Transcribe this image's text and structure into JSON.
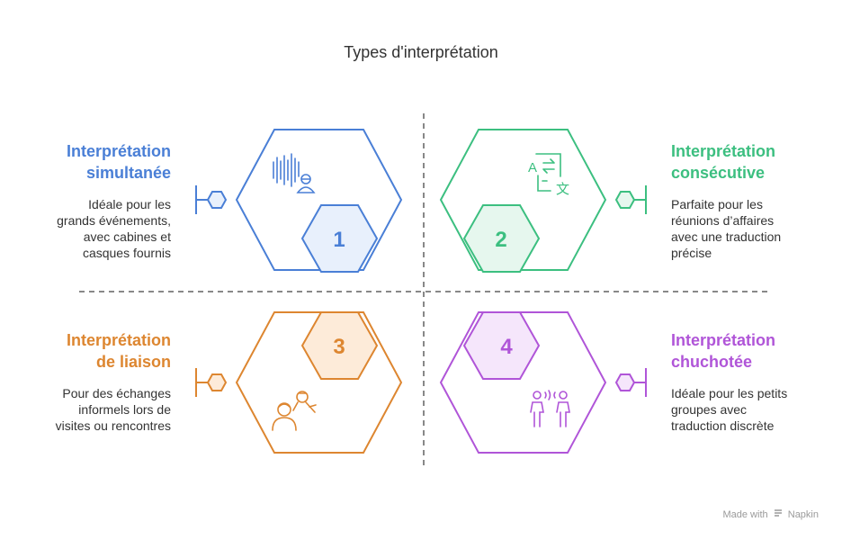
{
  "title": "Types d'interprétation",
  "colors": {
    "blue": "#4a7fd6",
    "green": "#3cbf80",
    "orange": "#dd8630",
    "purple": "#b055d8",
    "divider": "#888888"
  },
  "items": [
    {
      "number": "1",
      "title_line1": "Interprétation",
      "title_line2": "simultanée",
      "desc_line1": "Idéale pour les",
      "desc_line2": "grands événements,",
      "desc_line3": "avec cabines et",
      "desc_line4": "casques fournis",
      "icon": "speaker-audio-icon"
    },
    {
      "number": "2",
      "title_line1": "Interprétation",
      "title_line2": "consécutive",
      "desc_line1": "Parfaite pour les",
      "desc_line2": "réunions d’affaires",
      "desc_line3": "avec une traduction",
      "desc_line4": "précise",
      "icon": "translate-icon"
    },
    {
      "number": "3",
      "title_line1": "Interprétation",
      "title_line2": "de liaison",
      "desc_line1": "Pour des échanges",
      "desc_line2": "informels lors de",
      "desc_line3": "visites ou rencontres",
      "desc_line4": "",
      "icon": "two-people-talking-icon"
    },
    {
      "number": "4",
      "title_line1": "Interprétation",
      "title_line2": "chuchotée",
      "desc_line1": "Idéale pour les petits",
      "desc_line2": "groupes avec",
      "desc_line3": "traduction discrète",
      "desc_line4": "",
      "icon": "whisper-people-icon"
    }
  ],
  "footer": {
    "made_with": "Made with",
    "brand": "Napkin"
  }
}
